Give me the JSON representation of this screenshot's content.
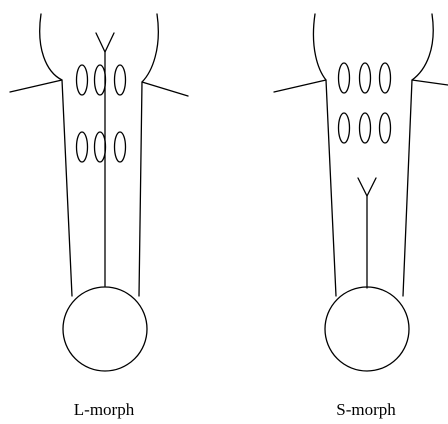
{
  "diagram": {
    "panels": [
      {
        "label": "L-morph",
        "style_position": "long",
        "ovule_rows": 2,
        "ovules_per_row": 3
      },
      {
        "label": "S-morph",
        "style_position": "short",
        "ovule_rows": 2,
        "ovules_per_row": 3
      }
    ]
  }
}
